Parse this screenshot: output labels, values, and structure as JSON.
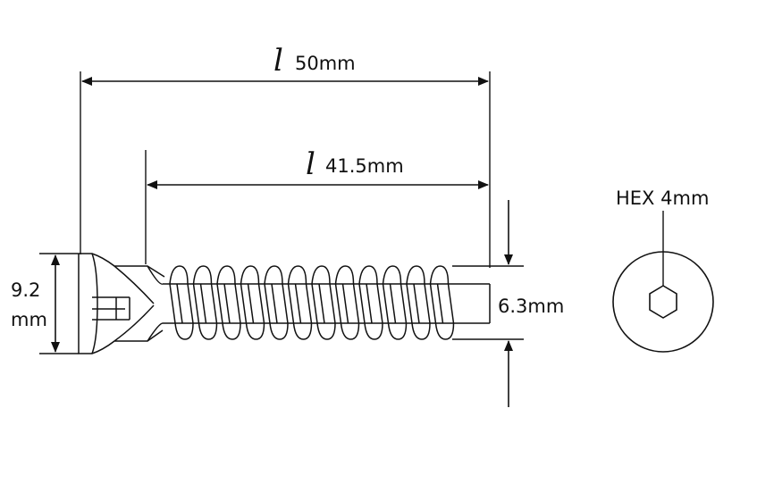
{
  "colors": {
    "stroke": "#111111",
    "background": "#ffffff"
  },
  "dimensions": {
    "overall_length": {
      "symbol": "l",
      "value": "50mm"
    },
    "thread_length": {
      "symbol": "l",
      "value": "41.5mm"
    },
    "head_diameter": {
      "line1": "9.2",
      "line2": "mm"
    },
    "thread_diameter": {
      "value": "6.3mm"
    },
    "drive": {
      "value": "HEX 4mm"
    }
  },
  "icons": {
    "screw_side_view": "screw-side-view-icon",
    "hex_socket_end_view": "hex-socket-icon"
  }
}
